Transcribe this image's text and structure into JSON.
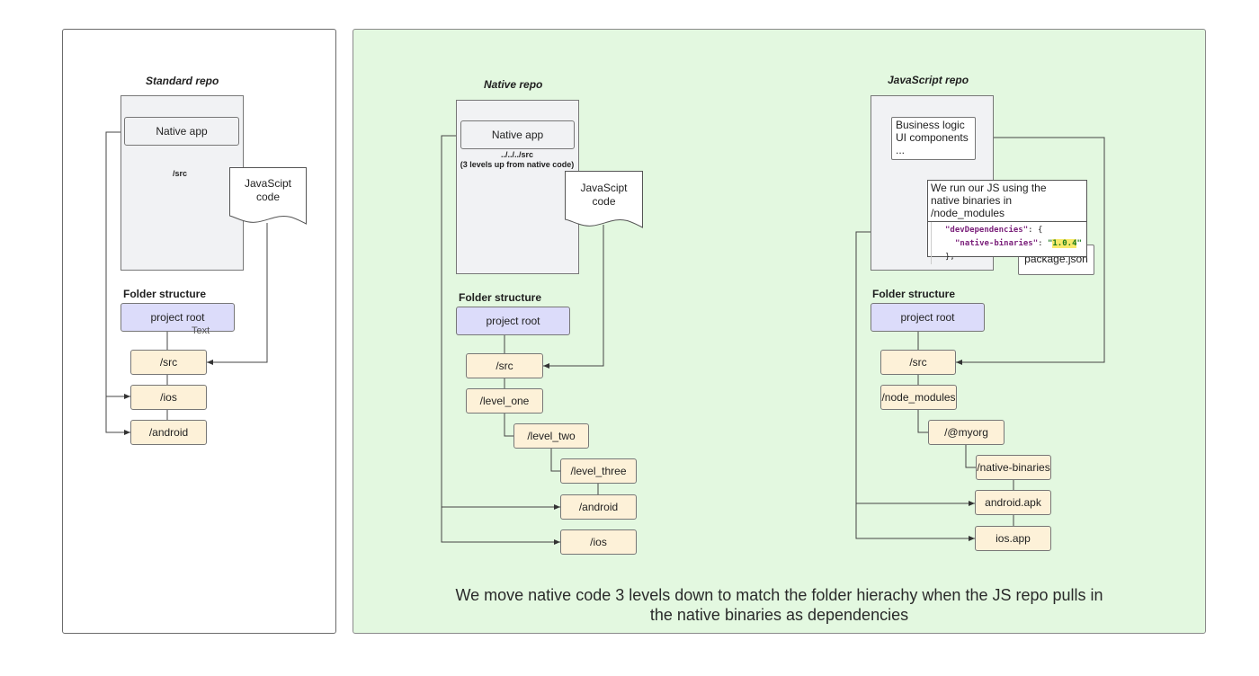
{
  "standard": {
    "title": "Standard repo",
    "native_app": "Native app",
    "src_label": "/src",
    "js_code": "JavaScipt\ncode",
    "folder_heading": "Folder structure",
    "project_root": "project root",
    "stray_text": "Text",
    "folders": [
      "/src",
      "/ios",
      "/android"
    ]
  },
  "native": {
    "title": "Native repo",
    "native_app": "Native app",
    "path_label": "../../../src",
    "path_note": "(3 levels up from native code)",
    "js_code": "JavaScipt\ncode",
    "folder_heading": "Folder structure",
    "project_root": "project root",
    "folders": [
      "/src",
      "/level_one",
      "/level_two",
      "/level_three",
      "/android",
      "/ios"
    ]
  },
  "javascript": {
    "title": "JavaScript repo",
    "business_logic": "Business logic\nUI components\n...",
    "note_title": "We run our JS using the\nnative binaries in /node_modules",
    "code_line1_key": "\"devDependencies\"",
    "code_line1_rest": ": {",
    "code_line2_key": "\"native-binaries\"",
    "code_line2_colon": ": ",
    "code_line2_q1": "\"",
    "code_line2_version": "1.0.4",
    "code_line2_q2": "\"",
    "code_line3": "},",
    "package_json": "package.json",
    "folder_heading": "Folder structure",
    "project_root": "project root",
    "folders": [
      "/src",
      "/node_modules",
      "/@myorg",
      "/native-binaries",
      "android.apk",
      "ios.app"
    ]
  },
  "caption": "We move native code 3 levels down to match the folder hierachy when the JS repo pulls in the native binaries as dependencies"
}
